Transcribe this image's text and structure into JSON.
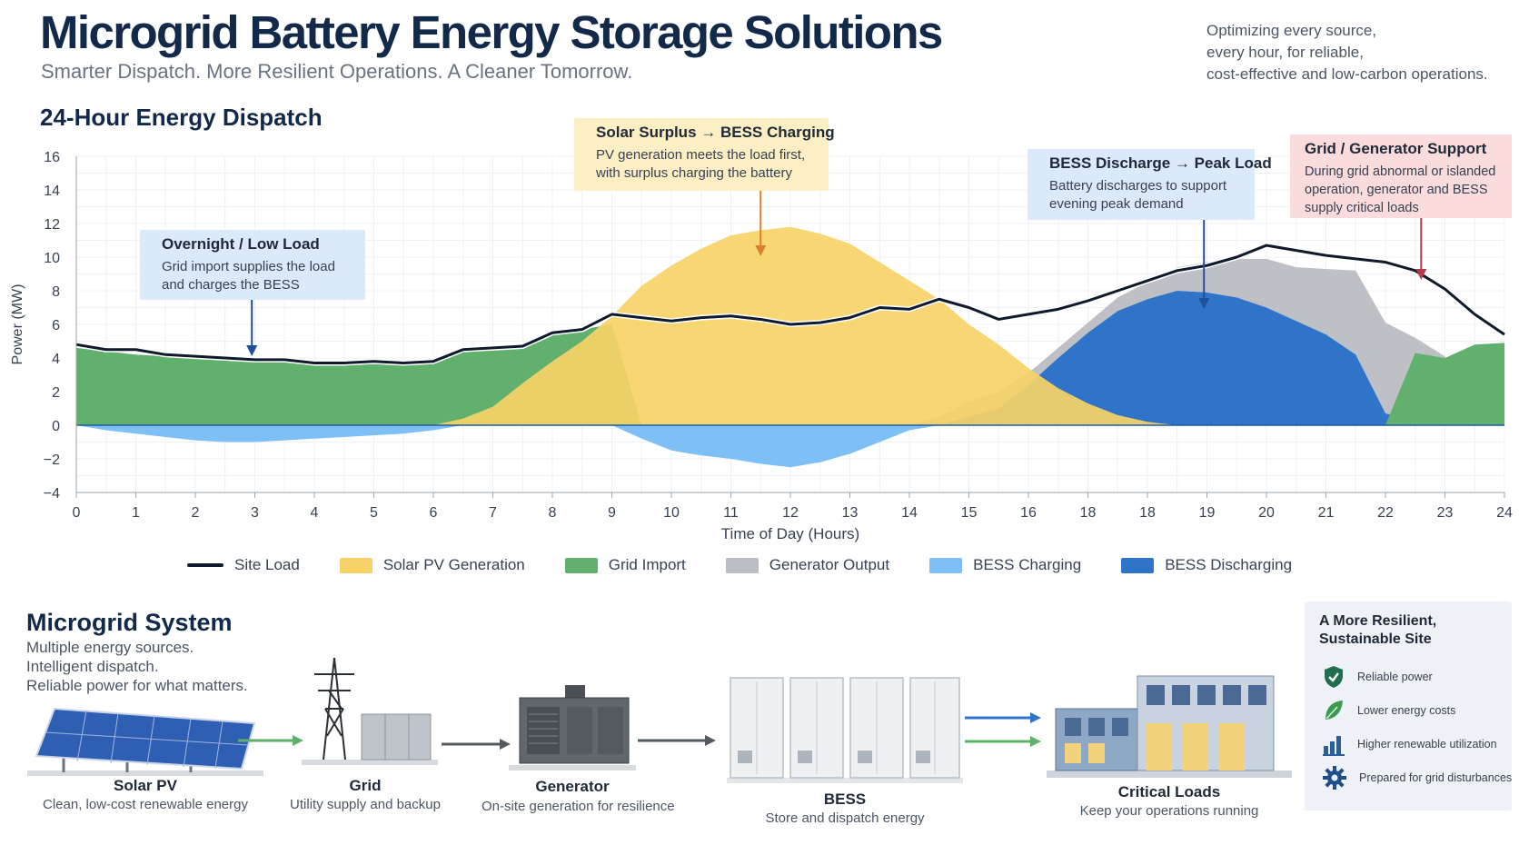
{
  "header": {
    "title": "Microgrid Battery Energy Storage Solutions",
    "subtitle": "Smarter Dispatch. More Resilient Operations. A Cleaner Tomorrow.",
    "tagline_lines": [
      "Optimizing every source,",
      "every hour, for reliable,",
      "cost-effective and low-carbon operations."
    ]
  },
  "chart_heading": "24-Hour Energy Dispatch",
  "chart_data": {
    "type": "area",
    "title": "24-Hour Energy Dispatch",
    "xlabel": "Time of Day (Hours)",
    "ylabel": "Power (MW)",
    "xlim": [
      0,
      24
    ],
    "ylim": [
      -4,
      16
    ],
    "grid": true,
    "legend": "bottom",
    "x_tick_labels": [
      "0",
      "1",
      "2",
      "3",
      "4",
      "5",
      "6",
      "7",
      "8",
      "9",
      "10",
      "11",
      "12",
      "13",
      "14",
      "15",
      "16",
      "18",
      "18",
      "19",
      "20",
      "21",
      "22",
      "23",
      "24"
    ],
    "y_ticks": [
      -4,
      -2,
      0,
      2,
      4,
      6,
      8,
      10,
      12,
      14,
      16
    ],
    "x": [
      0,
      0.5,
      1,
      1.5,
      2,
      2.5,
      3,
      3.5,
      4,
      4.5,
      5,
      5.5,
      6,
      6.5,
      7,
      7.5,
      8,
      8.5,
      9,
      9.5,
      10,
      10.5,
      11,
      11.5,
      12,
      12.5,
      13,
      13.5,
      14,
      14.5,
      15,
      15.5,
      16,
      16.5,
      17,
      17.5,
      18,
      18.5,
      19,
      19.5,
      20,
      20.5,
      21,
      21.5,
      22,
      22.5,
      23,
      23.5,
      24
    ],
    "series": [
      {
        "name": "Site Load",
        "kind": "line",
        "color": "#0f1b2d",
        "values": [
          4.8,
          4.5,
          4.5,
          4.2,
          4.1,
          4.0,
          3.9,
          3.9,
          3.7,
          3.7,
          3.8,
          3.7,
          3.8,
          4.5,
          4.6,
          4.7,
          5.5,
          5.7,
          6.6,
          6.4,
          6.2,
          6.4,
          6.5,
          6.3,
          6.0,
          6.1,
          6.4,
          7.0,
          6.9,
          7.5,
          7.0,
          6.3,
          6.6,
          6.9,
          7.4,
          8.0,
          8.6,
          9.2,
          9.5,
          10.0,
          10.7,
          10.4,
          10.1,
          9.9,
          9.7,
          9.2,
          8.1,
          6.6,
          5.4
        ]
      },
      {
        "name": "Solar PV Generation",
        "color": "#f6d267",
        "values": [
          0,
          0,
          0,
          0,
          0,
          0,
          0,
          0,
          0,
          0,
          0,
          0,
          0,
          0.4,
          1.1,
          2.5,
          3.8,
          5.0,
          6.5,
          8.3,
          9.5,
          10.5,
          11.3,
          11.6,
          11.8,
          11.4,
          10.8,
          9.7,
          8.6,
          7.5,
          6.0,
          4.8,
          3.4,
          2.2,
          1.3,
          0.6,
          0.2,
          0,
          0,
          0,
          0,
          0,
          0,
          0,
          0,
          0,
          0,
          0,
          0
        ]
      },
      {
        "name": "Grid Import",
        "color": "#62b06e",
        "values": [
          4.6,
          4.4,
          4.2,
          4.1,
          4.0,
          3.9,
          3.8,
          3.8,
          3.6,
          3.7,
          3.7,
          3.7,
          3.8,
          4.4,
          4.6,
          4.7,
          5.4,
          5.7,
          6.0,
          0,
          0,
          0,
          0,
          0,
          0,
          0,
          0,
          0,
          0,
          0,
          0,
          0,
          0,
          0,
          0,
          0,
          0,
          0,
          0,
          0,
          0,
          0,
          0,
          0,
          0,
          4.3,
          4.0,
          4.8,
          4.9
        ]
      },
      {
        "name": "Generator Output",
        "color": "#babdc2",
        "values": [
          0,
          0,
          0,
          0,
          0,
          0,
          0,
          0,
          0,
          0,
          0,
          0,
          0,
          0,
          0,
          0,
          0,
          0,
          0,
          0,
          0,
          0,
          0,
          0,
          0,
          0,
          0,
          0,
          0,
          0.5,
          0.9,
          1.0,
          0.7,
          0.6,
          0.6,
          0.8,
          1.0,
          1.4,
          1.8,
          2.3,
          2.9,
          3.2,
          3.9,
          5.0,
          5.4,
          4.9,
          4.1,
          1.8,
          0.5
        ]
      },
      {
        "name": "BESS Charging",
        "color": "#7ec0f5",
        "values": [
          0,
          -0.3,
          -0.5,
          -0.7,
          -0.9,
          -1.0,
          -1.0,
          -0.9,
          -0.8,
          -0.7,
          -0.6,
          -0.5,
          -0.3,
          0,
          0,
          0,
          0,
          0,
          0,
          -0.8,
          -1.5,
          -1.8,
          -2.0,
          -2.3,
          -2.5,
          -2.2,
          -1.7,
          -1.0,
          -0.3,
          0,
          0,
          0,
          0,
          0,
          0,
          0,
          0,
          0,
          0,
          0,
          0,
          0,
          0,
          0,
          0,
          0,
          0,
          0,
          0
        ]
      },
      {
        "name": "BESS Discharging",
        "color": "#2f74c8",
        "values": [
          0,
          0,
          0,
          0,
          0,
          0,
          0,
          0,
          0,
          0,
          0,
          0,
          0,
          0,
          0,
          0,
          0,
          0,
          0,
          0,
          0,
          0,
          0,
          0,
          0,
          0,
          0,
          0,
          0,
          0,
          0.5,
          1.0,
          2.4,
          4.0,
          5.5,
          6.8,
          7.5,
          8.0,
          7.9,
          7.6,
          7.0,
          6.2,
          5.4,
          4.2,
          0.7,
          0.3,
          0,
          0,
          0
        ]
      }
    ],
    "annotations": [
      {
        "title": "Overnight / Low Load",
        "lines": [
          "Grid import supplies the load",
          "and charges the BESS"
        ]
      },
      {
        "title": "Solar Surplus → BESS Charging",
        "lines": [
          "PV generation meets the load first,",
          "with surplus charging the battery"
        ]
      },
      {
        "title": "BESS Discharge → Peak Load",
        "lines": [
          "Battery discharges to support",
          "evening peak demand"
        ]
      },
      {
        "title": "Grid / Generator Support",
        "lines": [
          "During grid abnormal or islanded",
          "operation, generator and BESS",
          "supply critical loads"
        ]
      }
    ]
  },
  "legend": {
    "items": [
      "Site Load",
      "Solar PV Generation",
      "Grid Import",
      "Generator Output",
      "BESS Charging",
      "BESS Discharging"
    ]
  },
  "system": {
    "title": "Microgrid System",
    "lines": [
      "Multiple energy sources.",
      "Intelligent dispatch.",
      "Reliable power for what matters."
    ],
    "components": [
      {
        "label": "Solar PV",
        "desc": "Clean, low-cost renewable energy"
      },
      {
        "label": "Grid",
        "desc": "Utility supply and backup"
      },
      {
        "label": "Generator",
        "desc": "On-site generation for resilience"
      },
      {
        "label": "BESS",
        "desc": "Store and dispatch energy"
      },
      {
        "label": "Critical Loads",
        "desc": "Keep your operations running"
      }
    ]
  },
  "benefits": {
    "title_lines": [
      "A More Resilient,",
      "Sustainable Site"
    ],
    "items": [
      {
        "icon": "shield-check-icon",
        "label": "Reliable power"
      },
      {
        "icon": "leaf-icon",
        "label": "Lower energy costs"
      },
      {
        "icon": "bar-chart-icon",
        "label": "Higher renewable utilization"
      },
      {
        "icon": "gear-icon",
        "label": "Prepared for grid disturbances"
      }
    ]
  },
  "colors": {
    "navy": "#12294a",
    "solar": "#f6d267",
    "grid": "#62b06e",
    "generator": "#babdc2",
    "bess_charge": "#7ec0f5",
    "bess_discharge": "#2f74c8",
    "load": "#0f1b2d"
  }
}
